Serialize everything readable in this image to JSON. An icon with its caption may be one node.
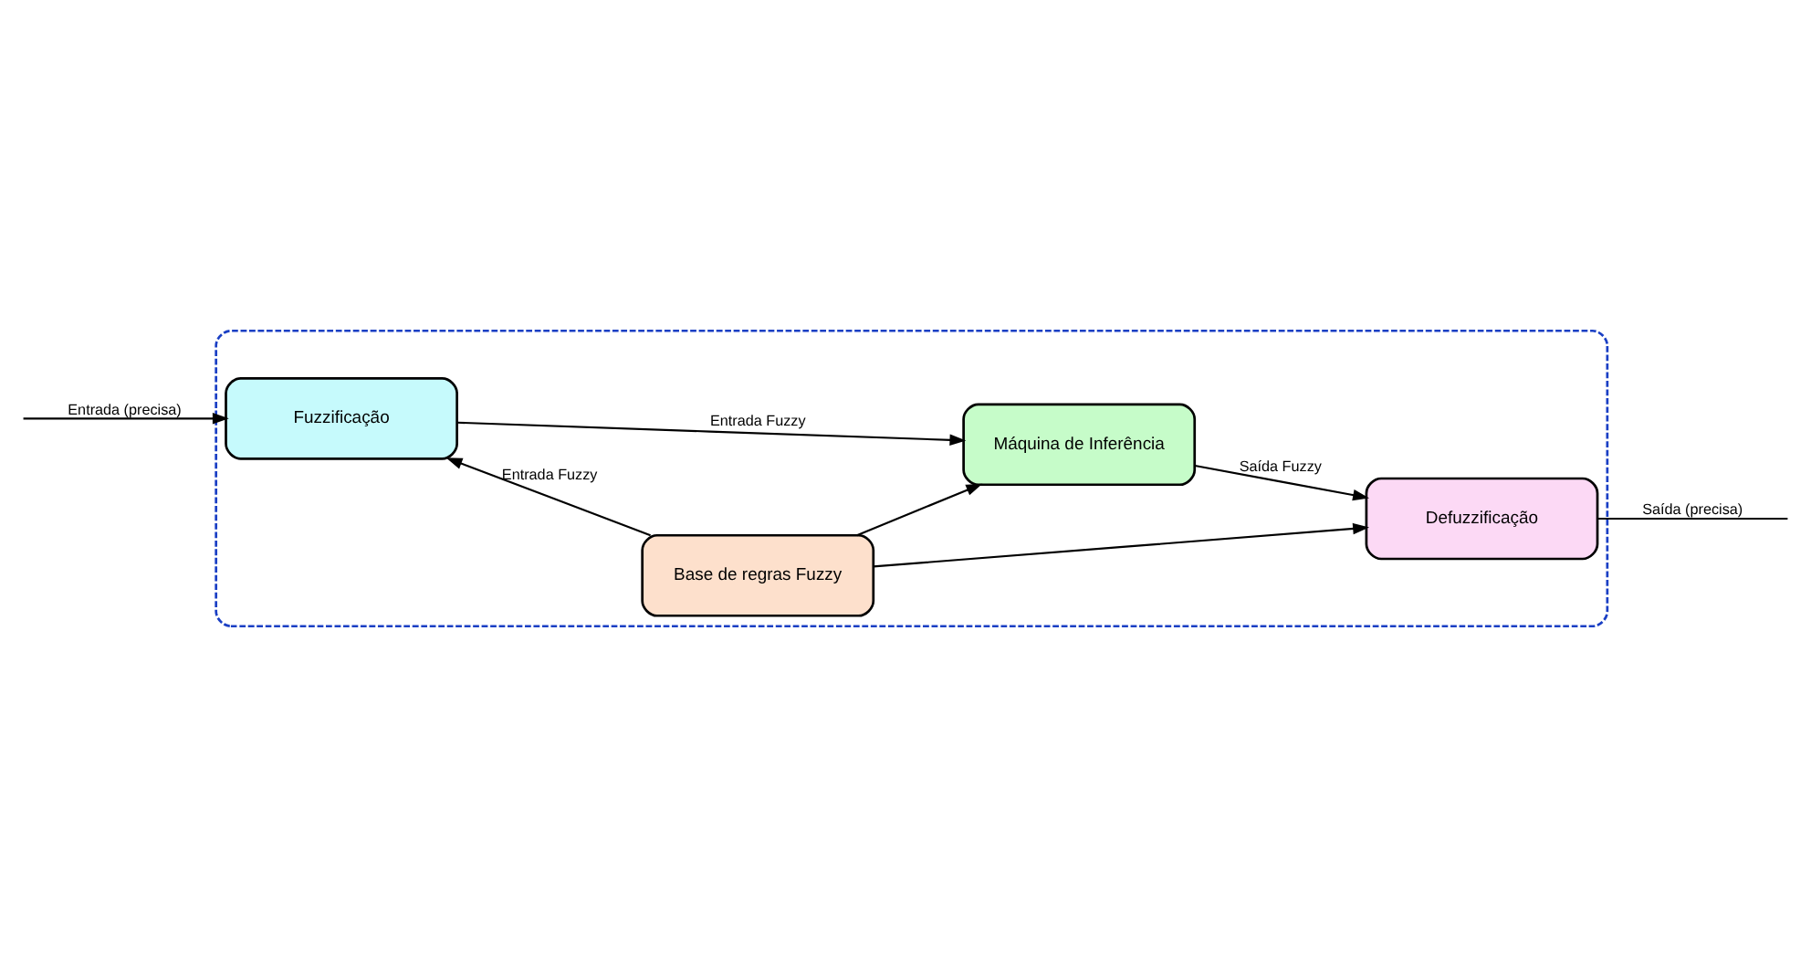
{
  "diagram": {
    "nodes": [
      {
        "text": [],
        "shape": "box"
      },
      {
        "text": [
          "Base de regras Fuzzy"
        ],
        "in": 0
      },
      {
        "text": [
          "Fuzzificação"
        ],
        "in": 0
      },
      {
        "text": [
          "Defuzzificação"
        ],
        "in": 0
      },
      {
        "text": [
          "Máquina de Inferência"
        ],
        "in": 0
      }
    ],
    "edges": [
      {
        "from": null,
        "to": 2,
        "arrow": "to",
        "label": "Entrada (precisa)"
      },
      {
        "from": 1,
        "to": 2,
        "arrow": "to",
        "label": "Entrada Fuzzy"
      },
      {
        "from": 1,
        "to": 3,
        "arrow": "to"
      },
      {
        "from": 1,
        "to": 4,
        "arrow": "to"
      },
      {
        "from": 2,
        "to": 4,
        "arrow": "to",
        "label": "Entrada Fuzzy"
      },
      {
        "from": 4,
        "to": 3,
        "arrow": "to",
        "label": "Saída Fuzzy"
      },
      {
        "from": 3,
        "to": null,
        "arrow": "none",
        "label": "Saída (precisa)"
      }
    ]
  }
}
